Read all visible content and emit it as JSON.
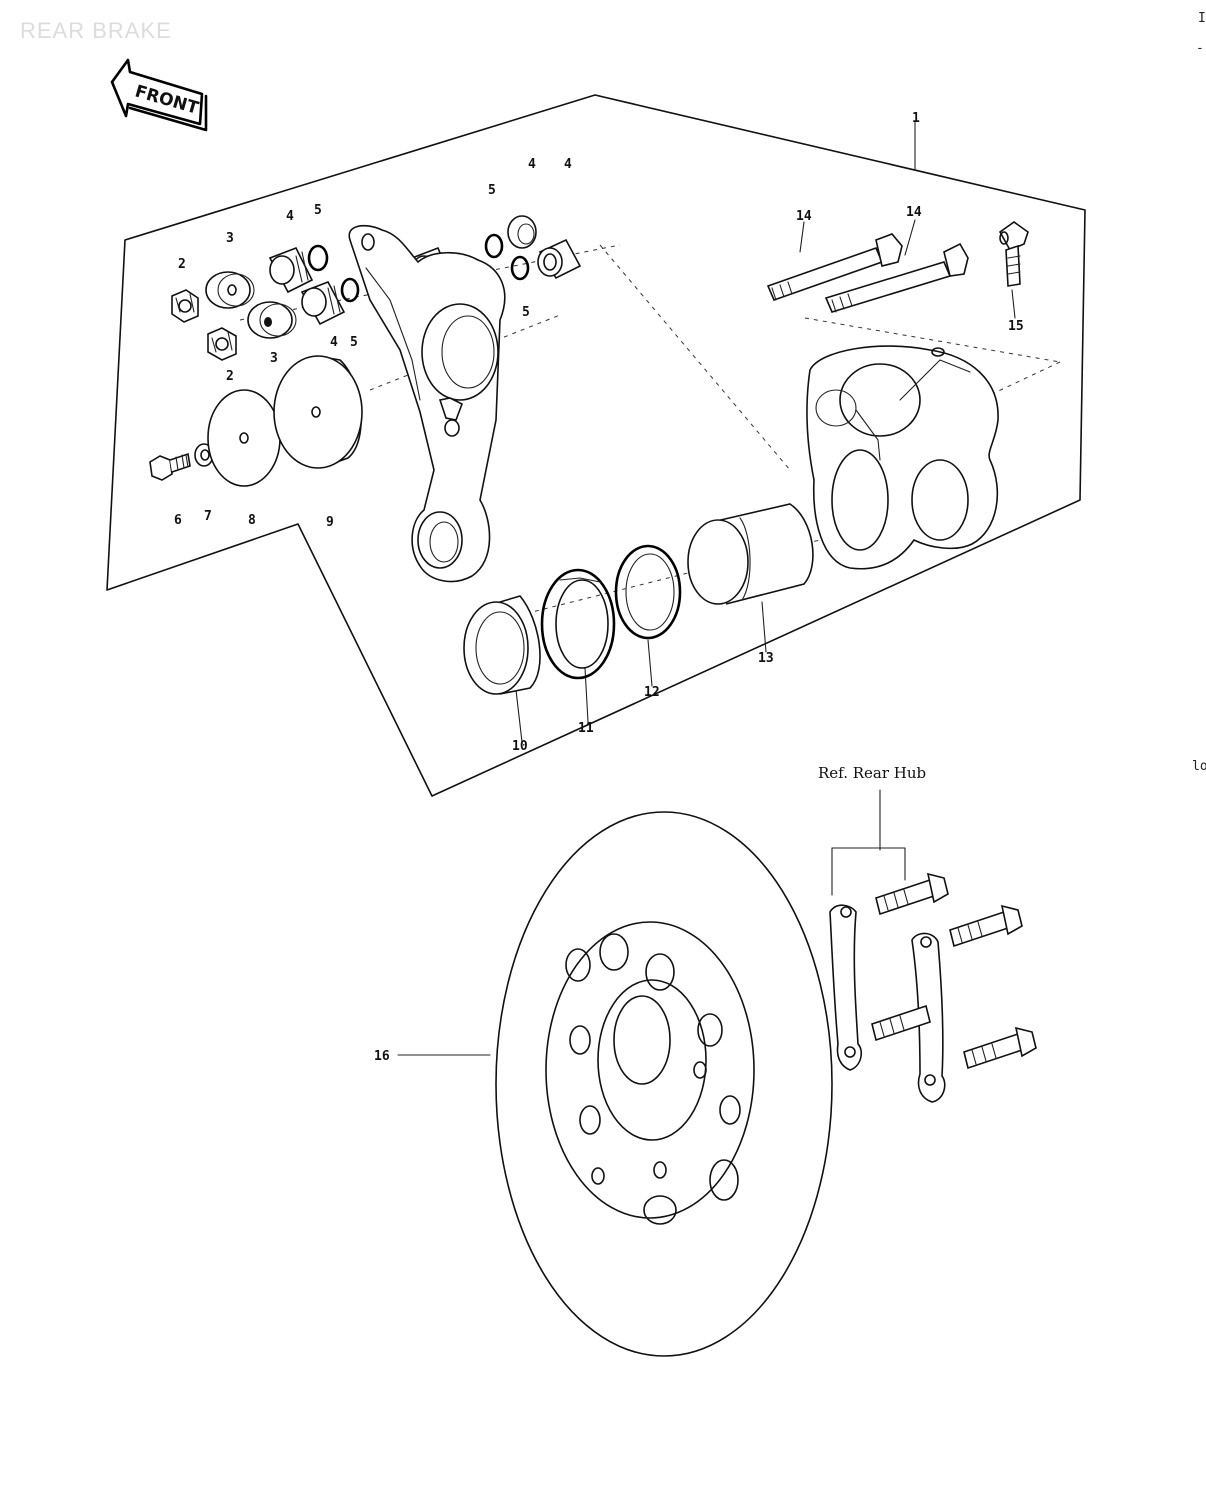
{
  "title": "REAR BRAKE",
  "front_label": "FRONT",
  "ref_label": "Ref. Rear Hub",
  "margin_marks": [
    "I",
    "-",
    "lo"
  ],
  "callouts": [
    {
      "id": "c1",
      "text": "1"
    },
    {
      "id": "c2a",
      "text": "2"
    },
    {
      "id": "c2b",
      "text": "2"
    },
    {
      "id": "c3a",
      "text": "3"
    },
    {
      "id": "c3b",
      "text": "3"
    },
    {
      "id": "c4a",
      "text": "4"
    },
    {
      "id": "c4b",
      "text": "4"
    },
    {
      "id": "c4c",
      "text": "4"
    },
    {
      "id": "c4d",
      "text": "4"
    },
    {
      "id": "c5a",
      "text": "5"
    },
    {
      "id": "c5b",
      "text": "5"
    },
    {
      "id": "c5c",
      "text": "5"
    },
    {
      "id": "c5d",
      "text": "5"
    },
    {
      "id": "c6",
      "text": "6"
    },
    {
      "id": "c7",
      "text": "7"
    },
    {
      "id": "c8",
      "text": "8"
    },
    {
      "id": "c9",
      "text": "9"
    },
    {
      "id": "c10",
      "text": "10"
    },
    {
      "id": "c11",
      "text": "11"
    },
    {
      "id": "c12",
      "text": "12"
    },
    {
      "id": "c13",
      "text": "13"
    },
    {
      "id": "c14a",
      "text": "14"
    },
    {
      "id": "c14b",
      "text": "14"
    },
    {
      "id": "c15",
      "text": "15"
    },
    {
      "id": "c16",
      "text": "16"
    }
  ]
}
